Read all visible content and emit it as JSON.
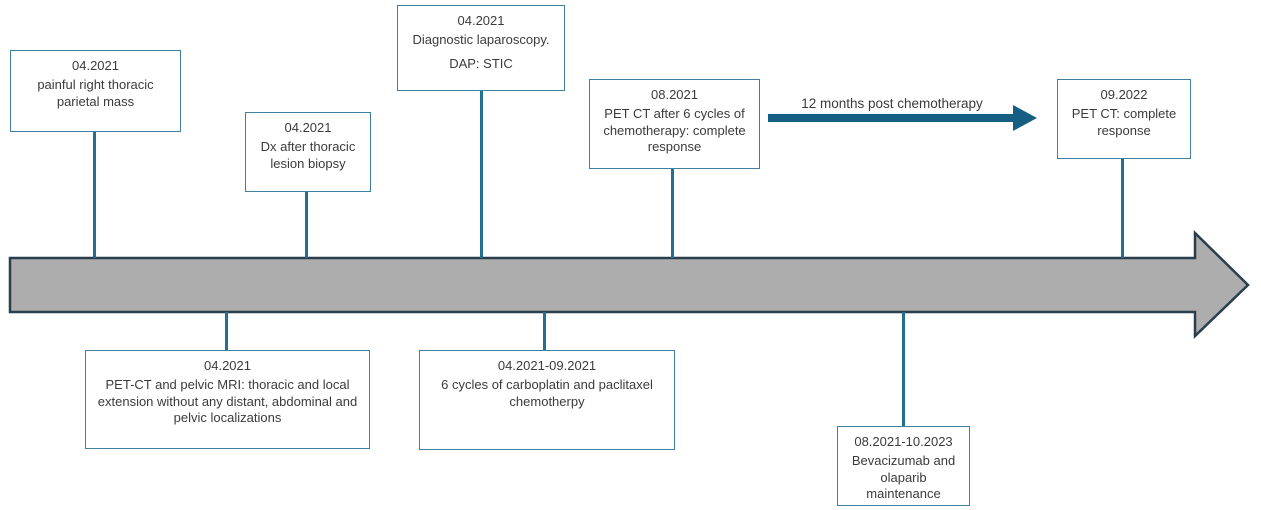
{
  "diagram": {
    "colors": {
      "box_border": "#3f7fa0",
      "connector": "#21708f",
      "timeline_fill": "#adadad",
      "timeline_stroke": "#2a3e4c",
      "annotation_arrow": "#156082",
      "text": "#3b3b3b"
    },
    "events_top": [
      {
        "date": "04.2021",
        "text": "painful right thoracic parietal mass"
      },
      {
        "date": "04.2021",
        "text": "Dx after thoracic lesion biopsy"
      },
      {
        "date": "04.2021",
        "text": "Diagnostic laparoscopy.",
        "text2": "DAP: STIC"
      },
      {
        "date": "08.2021",
        "text": "PET CT after 6 cycles of chemotherapy: complete response"
      },
      {
        "date": "09.2022",
        "text": "PET CT: complete response"
      }
    ],
    "events_bottom": [
      {
        "date": "04.2021",
        "text": "PET-CT and pelvic MRI: thoracic and local extension without any distant, abdominal and pelvic localizations"
      },
      {
        "date": "04.2021-09.2021",
        "text": "6 cycles of carboplatin and paclitaxel chemotherpy"
      },
      {
        "date": "08.2021-10.2023",
        "text": "Bevacizumab and olaparib maintenance"
      }
    ],
    "annotation": {
      "label": "12 months post chemotherapy"
    }
  }
}
